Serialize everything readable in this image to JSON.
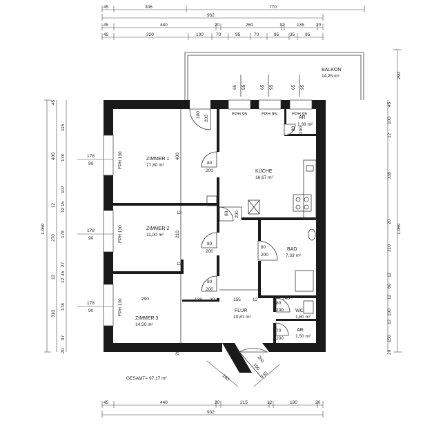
{
  "rooms": {
    "zimmer1": {
      "name": "ZIMMER 1",
      "area": "17,80 m²"
    },
    "zimmer2": {
      "name": "ZIMMER 2",
      "area": "11,00 m²"
    },
    "zimmer3": {
      "name": "ZIMMER 3",
      "area": "14,50 m²"
    },
    "kueche": {
      "name": "KÜCHE",
      "area": "16,67 m²"
    },
    "bad": {
      "name": "BAD",
      "area": "7,33 m²"
    },
    "flur": {
      "name": "FLUR",
      "area": "10,87 m²"
    },
    "wc": {
      "name": "WC",
      "area": "1,80 m²"
    },
    "ar1": {
      "name": "AR",
      "area": "1,50 m²"
    },
    "ar2": {
      "name": "AR",
      "area": "1,38 m²"
    },
    "balkon": {
      "name": "BALKON",
      "area": "14,25 m²"
    }
  },
  "gesamt": "GESAMT= 97,17 m²",
  "top_dims": {
    "row1": [
      "45",
      "306",
      "770"
    ],
    "row2": [
      "932"
    ],
    "row3": [
      "45",
      "440",
      "20",
      "260",
      "12",
      "135",
      "20"
    ],
    "row4": [
      "45",
      "320",
      "100",
      "70",
      "95",
      "70",
      "95",
      "35",
      "95"
    ]
  },
  "bottom_dims": {
    "row1": [
      "45",
      "440",
      "20",
      "215",
      "12",
      "180",
      "20"
    ],
    "row2": [
      "932"
    ]
  },
  "left_dims": {
    "total": "1.069",
    "segments": [
      "45",
      "115",
      "400",
      "178",
      "12",
      "107",
      "15",
      "12",
      "270",
      "178",
      "12",
      "27",
      "45",
      "12",
      "310",
      "178",
      "97",
      "20"
    ]
  },
  "right_dims": {
    "total": "1.069",
    "segments": [
      "290",
      "45",
      "100",
      "12",
      "338",
      "20",
      "210",
      "12",
      "60",
      "12",
      "100",
      "12",
      "150",
      "20"
    ]
  },
  "window_labels": [
    "FPH 130",
    "FPH 130",
    "FPH 130",
    "FPH 95",
    "FPH 95",
    "FPH 95"
  ],
  "window_heads": [
    "95",
    "95",
    "95"
  ],
  "window_sills": [
    "65",
    "65",
    "65"
  ],
  "left_window_dims": [
    [
      "178",
      "90"
    ],
    [
      "178",
      "90"
    ],
    [
      "178",
      "90"
    ]
  ],
  "door_labels": {
    "d1": [
      "80",
      "200"
    ],
    "d2": [
      "80",
      "200"
    ],
    "d3": [
      "80",
      "200"
    ],
    "d4": [
      "80",
      "200"
    ],
    "d5": [
      "80",
      "200"
    ],
    "d6": [
      "70",
      "200"
    ],
    "d7": [
      "80",
      "200"
    ],
    "d8": [
      "80",
      "200"
    ],
    "d9": [
      "100",
      "200"
    ],
    "entry": [
      "100",
      "200"
    ]
  },
  "inner_dims": {
    "z1_h": "400",
    "z2_h": "210",
    "z3_w": "290",
    "wall12a": "12",
    "wall12b": "12",
    "flur_w1": "138",
    "flur_w2": "20",
    "flur_w3": "155",
    "flur_w4": "12",
    "flur_w5": "240",
    "z3_20": "20",
    "entry_w1": "163",
    "entry_w2": "145"
  }
}
